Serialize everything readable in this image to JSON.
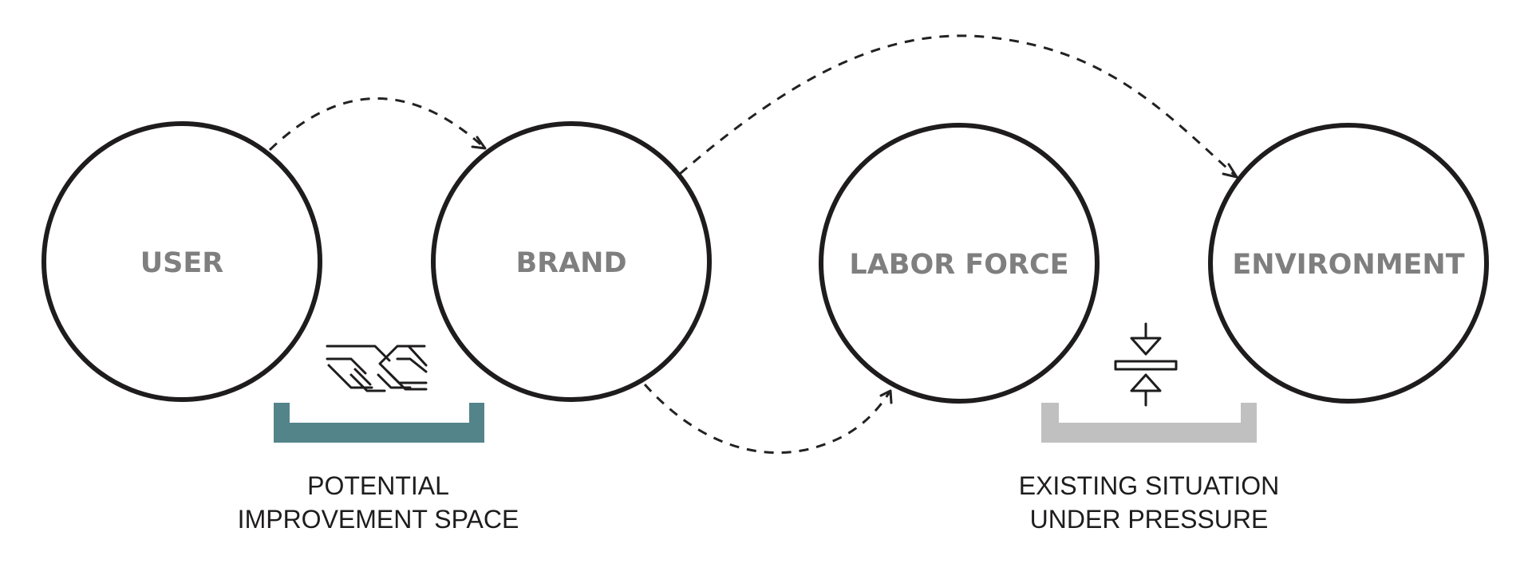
{
  "nodes": [
    {
      "id": "user",
      "label": "USER"
    },
    {
      "id": "brand",
      "label": "BRAND"
    },
    {
      "id": "labor-force",
      "label": "LABOR FORCE"
    },
    {
      "id": "environment",
      "label": "ENVIRONMENT"
    }
  ],
  "groups": [
    {
      "id": "potential",
      "caption": [
        "POTENTIAL",
        "IMPROVEMENT SPACE"
      ],
      "color": "#53848a",
      "icon": "handshake-icon"
    },
    {
      "id": "existing",
      "caption": [
        "EXISTING SITUATION",
        "UNDER PRESSURE"
      ],
      "color": "#c0c0c0",
      "icon": "compression-icon"
    }
  ],
  "colors": {
    "circle_stroke": "#1e1c1c",
    "node_label": "#7f7f7f",
    "arrow": "#222222",
    "caption": "#1e1c1c"
  }
}
